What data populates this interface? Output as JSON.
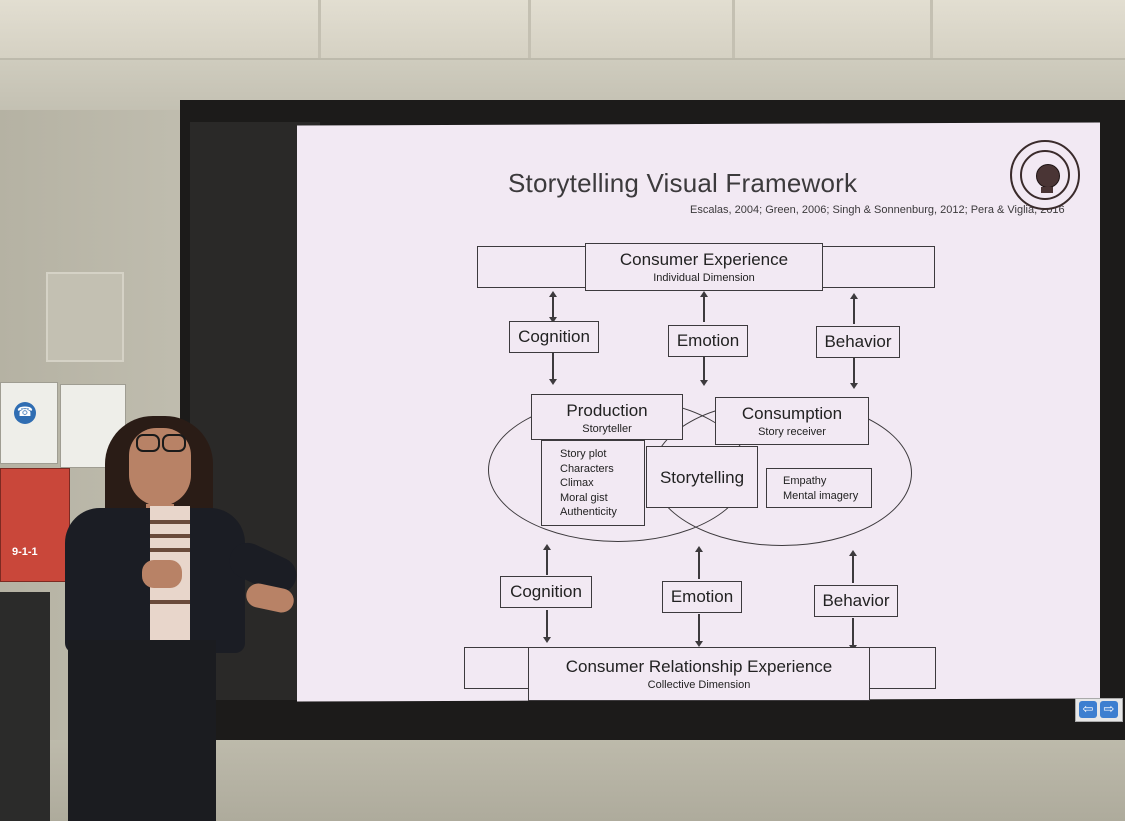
{
  "slide": {
    "title": "Storytelling Visual Framework",
    "references": "Escalas, 2004; Green, 2006; Singh & Sonnenburg, 2012; Pera & Viglia, 2016"
  },
  "framework": {
    "top": {
      "title": "Consumer Experience",
      "subtitle": "Individual Dimension"
    },
    "top_labels": [
      "Cognition",
      "Emotion",
      "Behavior"
    ],
    "production": {
      "title": "Production",
      "subtitle": "Storyteller"
    },
    "consumption": {
      "title": "Consumption",
      "subtitle": "Story receiver"
    },
    "story_elements": [
      "Story plot",
      "Characters",
      "Climax",
      "Moral gist",
      "Authenticity"
    ],
    "center_label": "Storytelling",
    "receiver_effects": [
      "Empathy",
      "Mental imagery"
    ],
    "bottom_labels": [
      "Cognition",
      "Emotion",
      "Behavior"
    ],
    "bottom": {
      "title": "Consumer Relationship Experience",
      "subtitle": "Collective Dimension"
    }
  },
  "nav": {
    "prev_icon": "arrow-left-icon",
    "next_icon": "arrow-right-icon",
    "prev_glyph": "⇦",
    "next_glyph": "⇨"
  },
  "wall": {
    "phone_glyph": "☎",
    "safety_number": "9-1-1"
  },
  "colors": {
    "slide_bg": "#f2e9f3",
    "line": "#3d3a3d",
    "nav_blue": "#3d7fd0"
  }
}
